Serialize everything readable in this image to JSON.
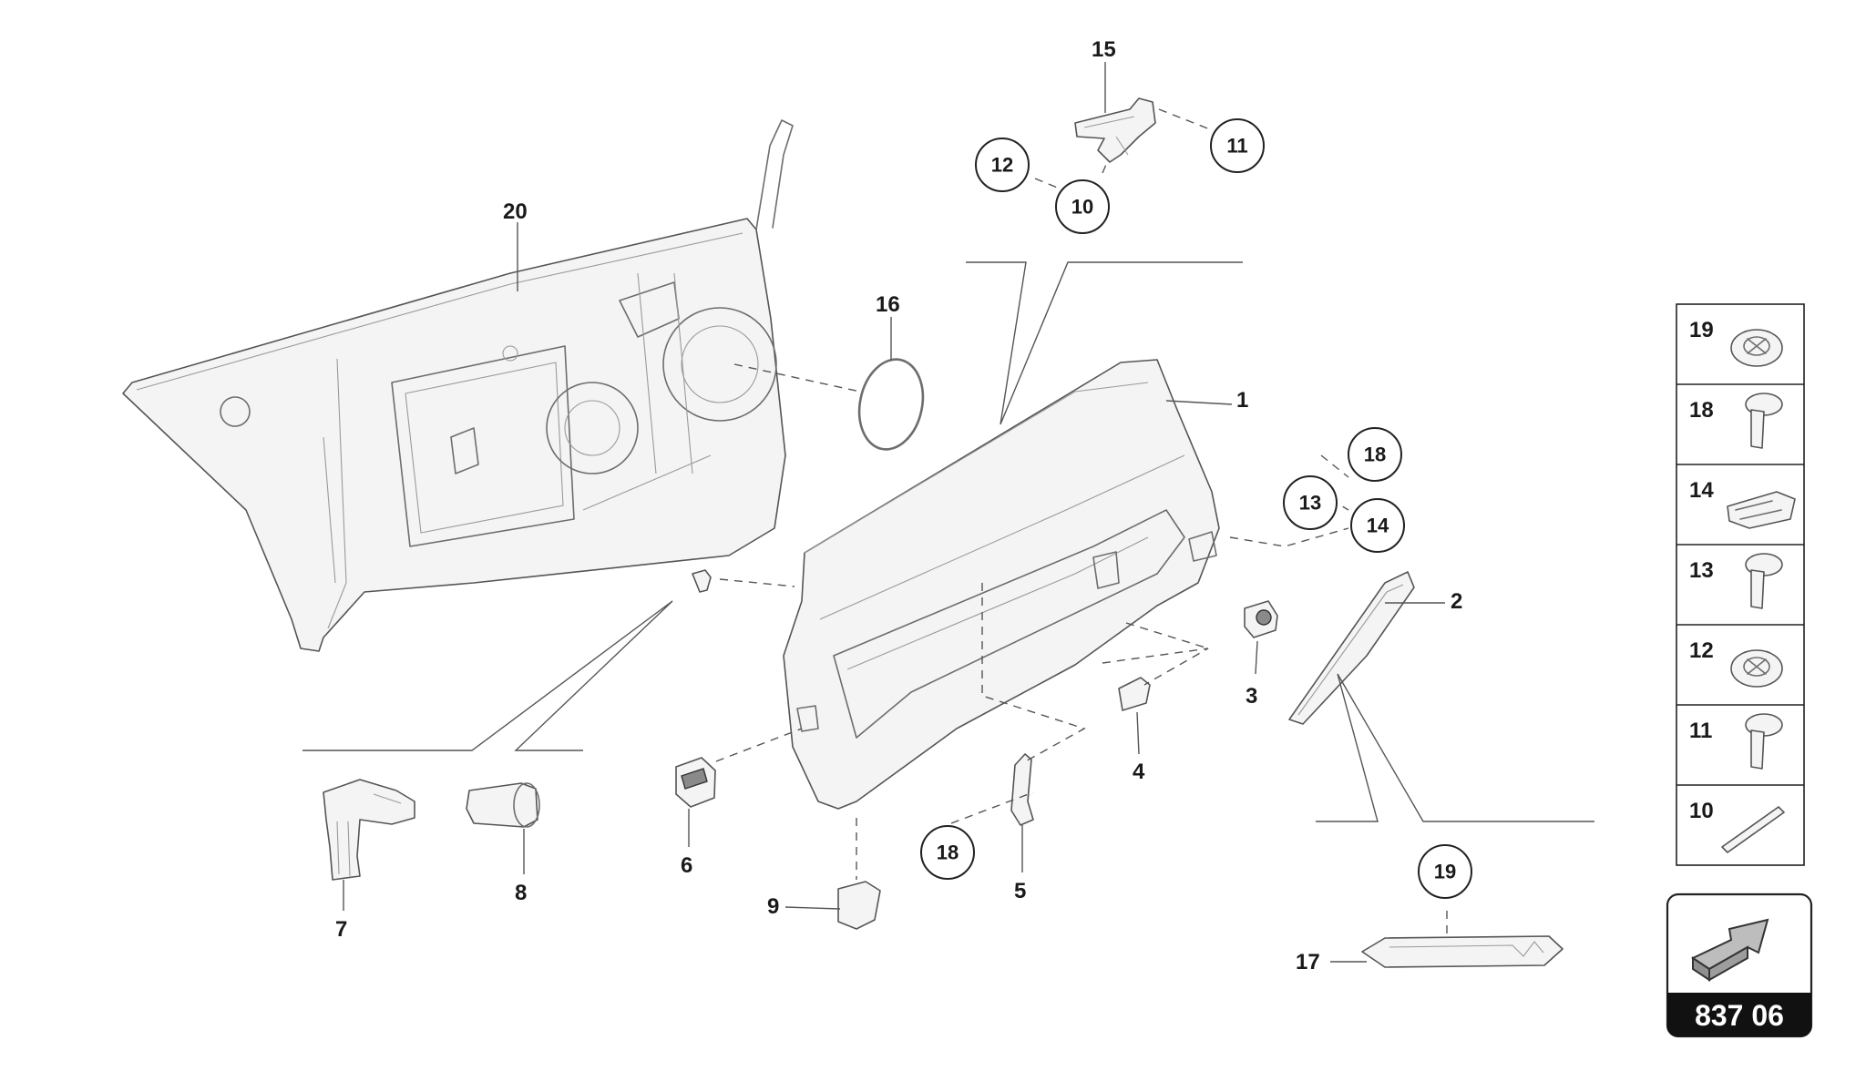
{
  "diagram": {
    "part_labels": [
      "1",
      "2",
      "3",
      "4",
      "5",
      "6",
      "7",
      "8",
      "9",
      "17",
      "20",
      "15",
      "16"
    ],
    "circled_labels": [
      "12",
      "10",
      "11",
      "18",
      "13",
      "14",
      "18",
      "19"
    ],
    "legend_items": [
      {
        "label": "19",
        "icon": "washer-clip-icon"
      },
      {
        "label": "18",
        "icon": "screw-icon"
      },
      {
        "label": "14",
        "icon": "clip-nut-icon"
      },
      {
        "label": "13",
        "icon": "screw-icon"
      },
      {
        "label": "12",
        "icon": "washer-clip-icon"
      },
      {
        "label": "11",
        "icon": "screw-icon"
      },
      {
        "label": "10",
        "icon": "pin-icon"
      }
    ],
    "page_number": "837 06",
    "nav_icon": "arrow-icon"
  }
}
